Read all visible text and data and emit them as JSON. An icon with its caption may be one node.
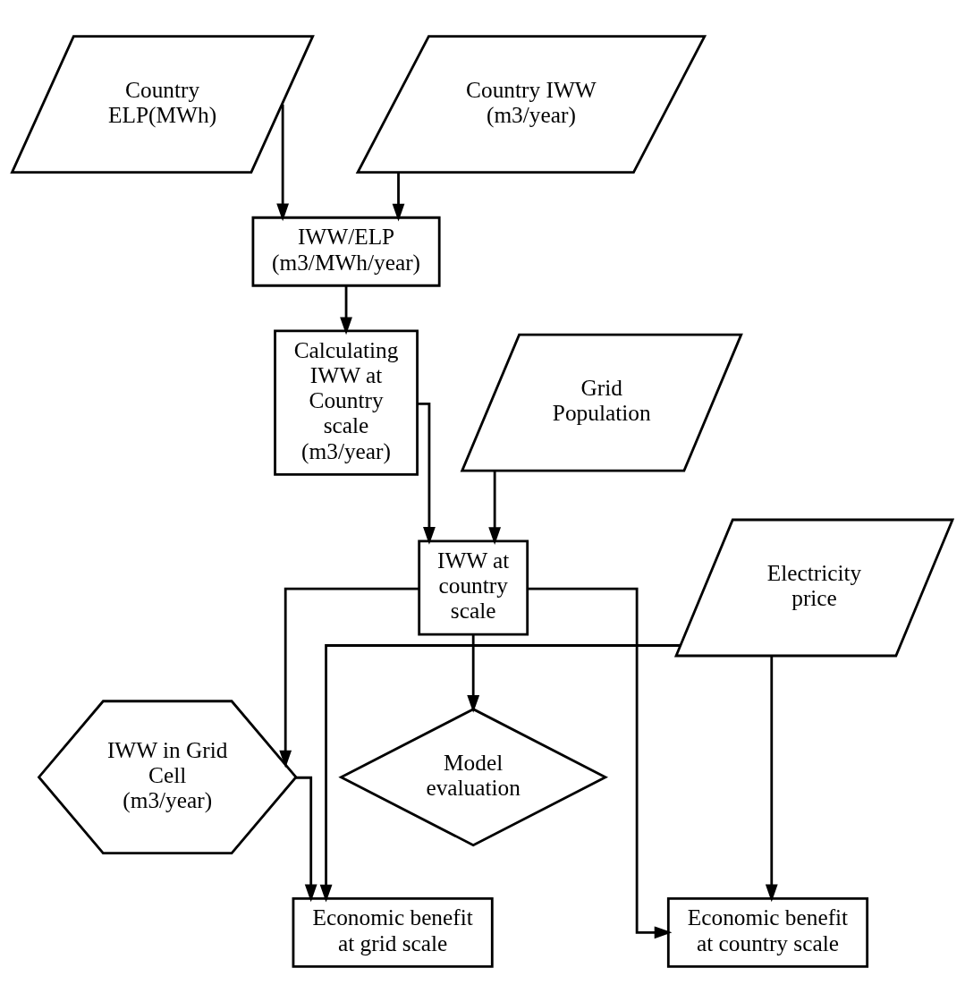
{
  "diagram": {
    "nodes": [
      {
        "text": [
          "Country ELP(MWh)"
        ]
      },
      {
        "text": [
          "IWW/ELP (m3/MWh/year)"
        ]
      },
      {
        "text": [
          "Calculating IWW at Country scale (m3/year)"
        ]
      },
      {
        "text": [
          "Country IWW (m3/year)"
        ]
      },
      {
        "text": [
          "Grid Population"
        ]
      },
      {
        "text": [
          "IWW at country scale"
        ]
      },
      {
        "text": [
          "Electricity price"
        ]
      },
      {
        "text": [
          "Model evaluation"
        ]
      },
      {
        "text": [
          "Economic benefit at country scale"
        ]
      },
      {
        "text": [
          "Economic benefit at grid scale"
        ]
      },
      {
        "text": [
          "IWW in Grid Cell (m3/year)"
        ]
      }
    ],
    "edges": [
      {
        "from": 0,
        "to": 1,
        "arrow": "to"
      },
      {
        "from": 3,
        "to": 1,
        "arrow": "to"
      },
      {
        "from": 1,
        "to": 2,
        "arrow": "to"
      },
      {
        "from": 2,
        "to": 5,
        "arrow": "to"
      },
      {
        "from": 4,
        "to": 5,
        "arrow": "to"
      },
      {
        "from": 5,
        "to": 7,
        "arrow": "to"
      },
      {
        "from": 6,
        "to": 8,
        "arrow": "to"
      },
      {
        "from": 6,
        "to": 9,
        "arrow": "to"
      },
      {
        "from": 5,
        "to": 8,
        "arrow": "to"
      },
      {
        "from": 5,
        "to": 10,
        "arrow": "to"
      },
      {
        "from": 10,
        "to": 9,
        "arrow": "to"
      }
    ]
  }
}
